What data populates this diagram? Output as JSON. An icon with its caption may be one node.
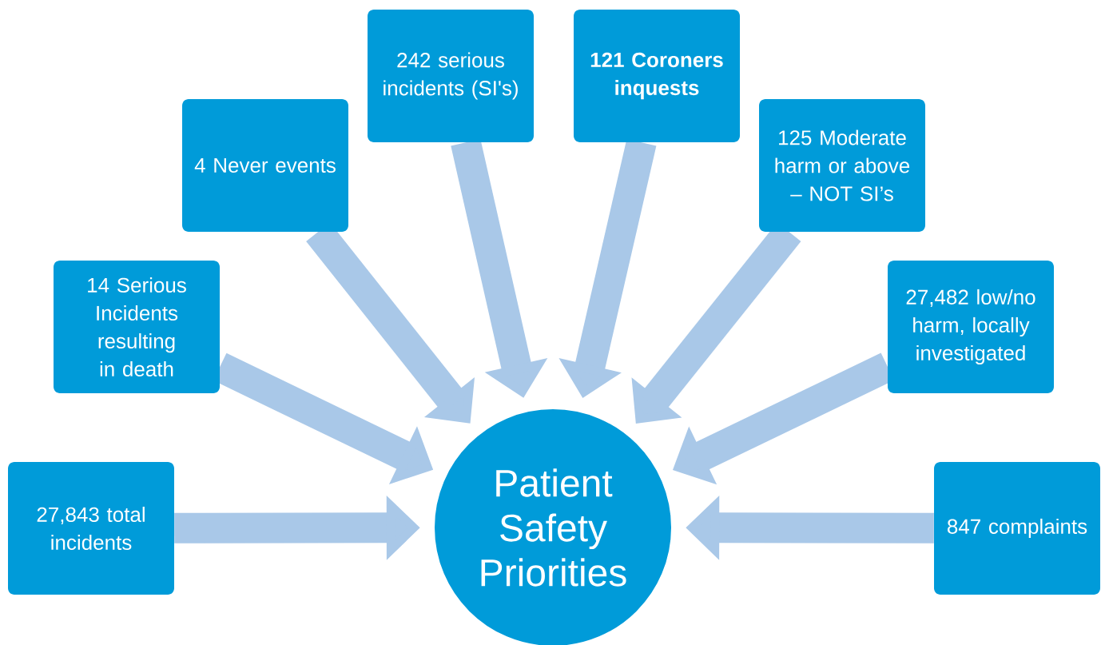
{
  "diagram": {
    "nodes": [
      {
        "text": [
          "27,843 total incidents"
        ]
      },
      {
        "text": [
          "14 Serious Incidents resulting in death"
        ]
      },
      {
        "text": [
          "4 Never events"
        ]
      },
      {
        "text": [
          "242 serious incidents (SI's)"
        ]
      },
      {
        "text": [
          "121 Coroners inquests"
        ]
      },
      {
        "text": [
          "125 Moderate harm or above – NOT SI’s"
        ]
      },
      {
        "text": [
          "27,482 low/no harm, locally investigated"
        ]
      },
      {
        "text": [
          "847 complaints"
        ]
      },
      {
        "text": [
          "Patient Safety Priorities"
        ]
      }
    ],
    "edges": [
      {
        "from": 0,
        "to": 8,
        "arrow": "to"
      },
      {
        "from": 1,
        "to": 8,
        "arrow": "to"
      },
      {
        "from": 2,
        "to": 8,
        "arrow": "to"
      },
      {
        "from": 3,
        "to": 8,
        "arrow": "to"
      },
      {
        "from": 4,
        "to": 8,
        "arrow": "to"
      },
      {
        "from": 5,
        "to": 8,
        "arrow": "to"
      },
      {
        "from": 6,
        "to": 8,
        "arrow": "to"
      },
      {
        "from": 7,
        "to": 8,
        "arrow": "to"
      }
    ]
  }
}
